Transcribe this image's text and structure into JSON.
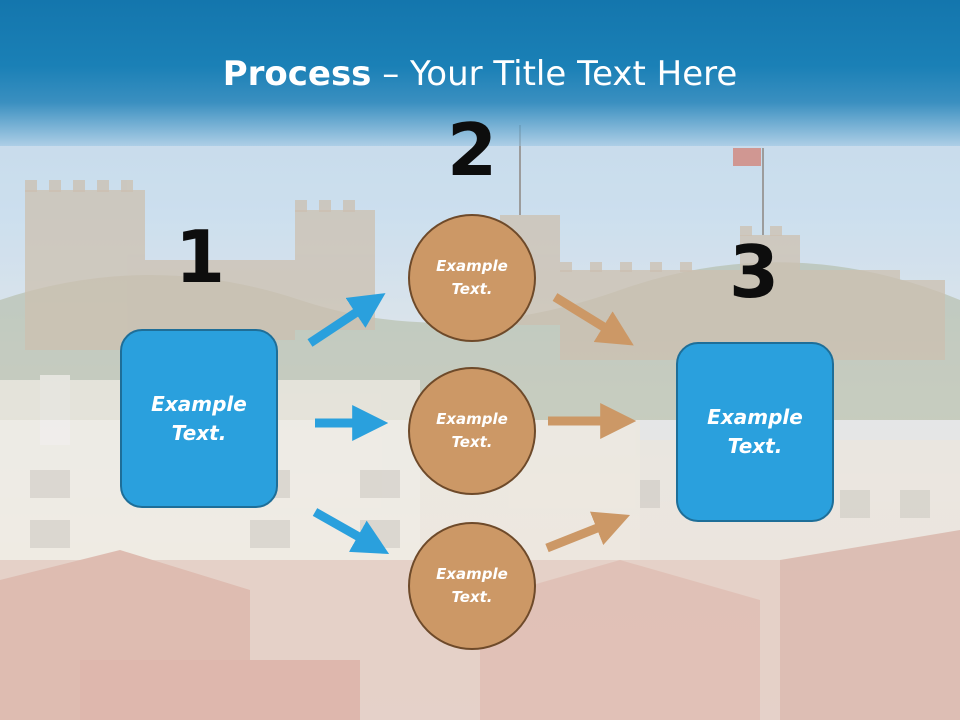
{
  "title": {
    "bold": "Process",
    "rest": " – Your Title Text Here"
  },
  "steps": [
    {
      "number": "1",
      "text": "Example\nText."
    },
    {
      "number": "2",
      "circles": [
        "Example\nText.",
        "Example\nText.",
        "Example\nText."
      ]
    },
    {
      "number": "3",
      "text": "Example\nText."
    }
  ],
  "colors": {
    "title_bar": "#1476ad",
    "box_fill": "#2aa0dd",
    "circle_fill": "#cc9866",
    "arrow_blue": "#2aa0dd",
    "arrow_tan": "#cc9866"
  }
}
